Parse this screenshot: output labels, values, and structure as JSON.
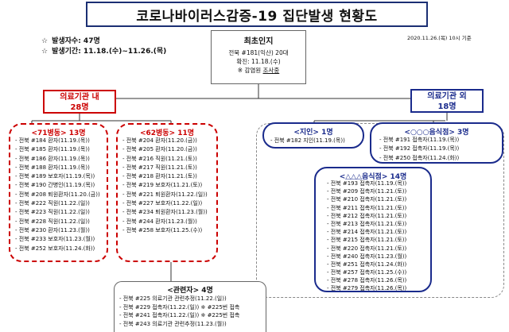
{
  "title": "코로나바이러스감증-19 집단발생 현황도",
  "summary": {
    "star": "☆",
    "count": "발생자수: 47명",
    "period": "발생기간: 11.18.(수)~11.26.(목)"
  },
  "report_date": "2020.11.26.(목) 10시 기준",
  "origin": {
    "title": "최초인지",
    "line1": "전북 #181(익산) 20대",
    "line2": "확진: 11.18.(수)",
    "line3_mark": "※",
    "line3_a": "감염원",
    "line3_b": "조사중"
  },
  "groups": {
    "inside": {
      "line1": "의료기관 내",
      "line2": "28명"
    },
    "outside": {
      "line1": "의료기관 외",
      "line2": "18명"
    }
  },
  "ward71": {
    "header": "<71병동> 13명",
    "rows": [
      "- 전북 #184 환자(11.19.(목))",
      "- 전북 #185 환자(11.19.(목))",
      "- 전북 #186 환자(11.19.(목))",
      "- 전북 #188 환자(11.19.(목))",
      "- 전북 #189 보호자(11.19.(목))",
      "- 전북 #190 간병인(11.19.(목))",
      "- 전북 #208 퇴원환자(11.20.(금))",
      "- 전북 #222 직원(11.22.(일))",
      "- 전북 #223 직원(11.22.(일))",
      "- 전북 #228 직원(11.22.(일))",
      "- 전북 #230 환자(11.23.(월))",
      "- 전북 #233 보호자(11.23.(월))",
      "- 전북 #252 보호자(11.24.(화))"
    ]
  },
  "ward62": {
    "header": "<62병동> 11명",
    "rows": [
      "- 전북 #204 환자(11.20.(금))",
      "- 전북 #205 환자(11.20.(금))",
      "- 전북 #216 직원(11.21.(토))",
      "- 전북 #217 직원(11.21.(토))",
      "- 전북 #218 환자(11.21.(토))",
      "- 전북 #219 보호자(11.21.(토))",
      "- 전북 #221 퇴원환자(11.22.(일))",
      "- 전북 #227 보호자(11.22.(일))",
      "- 전북 #234 퇴원환자(11.23.(월))",
      "- 전북 #244 환자(11.23.(월))",
      "- 전북 #258 보호자(11.25.(수))"
    ]
  },
  "acquaintance": {
    "header": "<지인> 1명",
    "rows": [
      "- 전북 #182 지인(11.19.(목))"
    ]
  },
  "restaurant_o": {
    "header": "<○○○음식점> 3명",
    "rows": [
      "- 전북 #191 접촉자(11.19.(목))",
      "- 전북 #192 접촉자(11.19.(목))",
      "- 전북 #250 접촉자(11.24.(화))"
    ]
  },
  "restaurant_tri": {
    "header": "<△△△음식점> 14명",
    "rows": [
      "- 전북 #193 접촉자(11.19.(목))",
      "- 전북 #209 접촉자(11.21.(토))",
      "- 전북 #210 접촉자(11.21.(토))",
      "- 전북 #211 접촉자(11.21.(토))",
      "- 전북 #212 접촉자(11.21.(토))",
      "- 전북 #213 접촉자(11.21.(토))",
      "- 전북 #214 접촉자(11.21.(토))",
      "- 전북 #215 접촉자(11.21.(토))",
      "- 전북 #220 접촉자(11.21.(토))",
      "- 전북 #240 접촉자(11.23.(월))",
      "- 전북 #251 접촉자(11.24.(화))",
      "- 전북 #257 접촉자(11.25.(수))",
      "- 전북 #278 접촉자(11.26.(목))",
      "- 전북 #279 접촉자(11.26.(목))"
    ]
  },
  "related": {
    "header": "<관련자> 4명",
    "rows": [
      "- 전북 #225 의료기관 관련추정(11.22.(일))",
      "- 전북 #229 접촉자(11.22.(일)) ※ #225번 접촉",
      "- 전북 #241 접촉자(11.22.(일)) ※ #225번 접촉",
      "- 전북 #243 의료기관 관련추정(11.23.(월))"
    ]
  }
}
